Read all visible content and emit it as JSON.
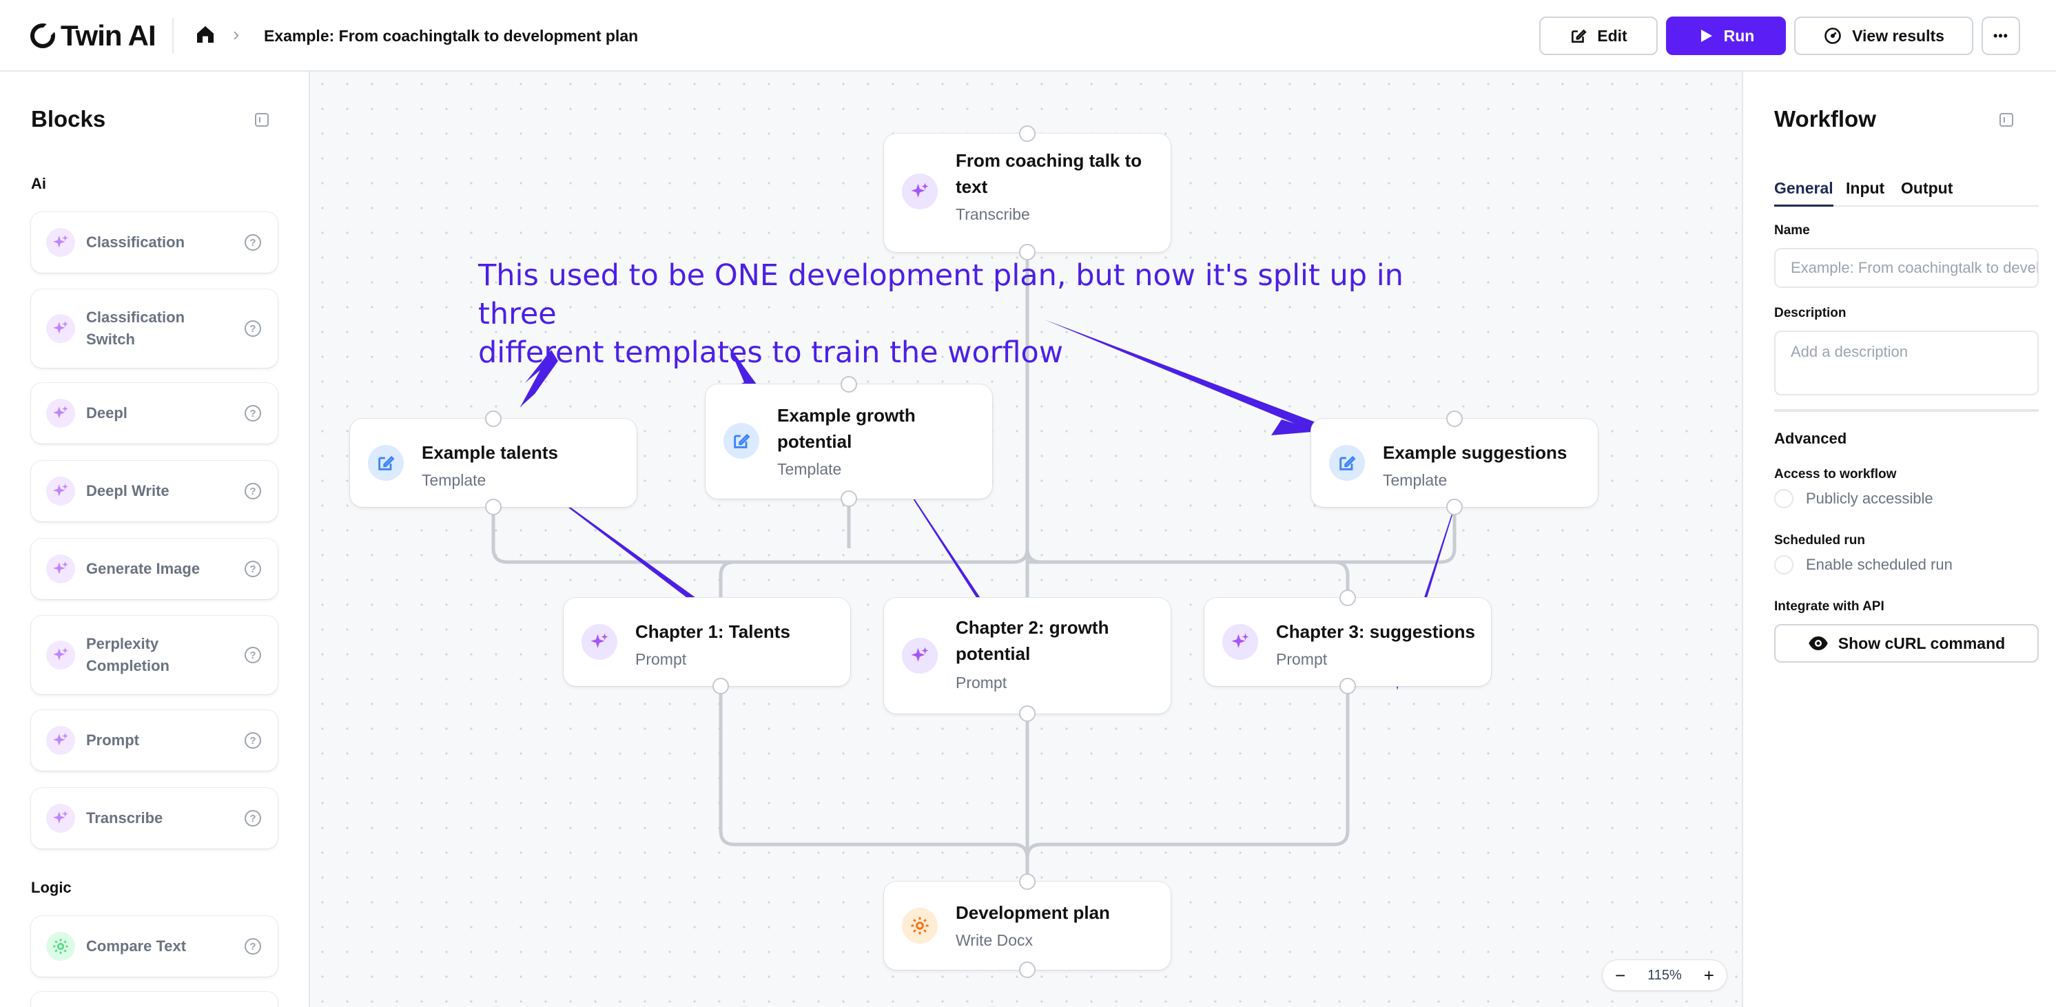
{
  "header": {
    "logo_text": "Twin AI",
    "breadcrumb_title": "Example: From coachingtalk to development plan",
    "edit_label": "Edit",
    "run_label": "Run",
    "view_results_label": "View results",
    "more_label": "•••"
  },
  "blocks_panel": {
    "title": "Blocks",
    "sections": [
      {
        "label": "Ai",
        "items": [
          {
            "label": "Classification"
          },
          {
            "label": "Classification Switch"
          },
          {
            "label": "Deepl"
          },
          {
            "label": "Deepl Write"
          },
          {
            "label": "Generate Image"
          },
          {
            "label": "Perplexity Completion"
          },
          {
            "label": "Prompt"
          },
          {
            "label": "Transcribe"
          }
        ]
      },
      {
        "label": "Logic",
        "items": [
          {
            "label": "Compare Text"
          }
        ]
      }
    ],
    "help_glyph": "?"
  },
  "canvas": {
    "annotation_line1": "This used to be ONE development plan, but now it's split up in three",
    "annotation_line2": "different templates to train the worflow",
    "annotation_color": "#4b1fe6",
    "nodes": [
      {
        "title": "From coaching talk to text",
        "title_l1": "From coaching talk to",
        "title_l2": "text",
        "type": "Transcribe",
        "icon": "sparkle-icon"
      },
      {
        "title": "Example talents",
        "type": "Template",
        "icon": "edit-icon"
      },
      {
        "title": "Example growth potential",
        "title_l1": "Example growth",
        "title_l2": "potential",
        "type": "Template",
        "icon": "edit-icon"
      },
      {
        "title": "Example suggestions",
        "type": "Template",
        "icon": "edit-icon"
      },
      {
        "title": "Chapter 1: Talents",
        "type": "Prompt",
        "icon": "sparkle-icon"
      },
      {
        "title": "Chapter 2: growth potential",
        "title_l1": "Chapter 2: growth",
        "title_l2": "potential",
        "type": "Prompt",
        "icon": "sparkle-icon"
      },
      {
        "title": "Chapter 3: suggestions",
        "type": "Prompt",
        "icon": "sparkle-icon"
      },
      {
        "title": "Development plan",
        "type": "Write Docx",
        "icon": "gear-icon"
      }
    ],
    "zoom": {
      "minus": "−",
      "level": "115%",
      "plus": "+"
    }
  },
  "workflow_panel": {
    "title": "Workflow",
    "tabs": [
      "General",
      "Input",
      "Output"
    ],
    "active_tab": "General",
    "name_label": "Name",
    "name_placeholder": "Example: From coachingtalk to development plan",
    "description_label": "Description",
    "description_placeholder": "Add a description",
    "advanced_label": "Advanced",
    "access_label": "Access to workflow",
    "access_option": "Publicly accessible",
    "scheduled_label": "Scheduled run",
    "scheduled_option": "Enable scheduled run",
    "api_label": "Integrate with API",
    "curl_button": "Show cURL command"
  },
  "colors": {
    "brand": "#5b1ff5",
    "edge": "#c9ccd2",
    "sparkle": "#a855f7",
    "template": "#3b82f6",
    "docx": "#f97316"
  }
}
